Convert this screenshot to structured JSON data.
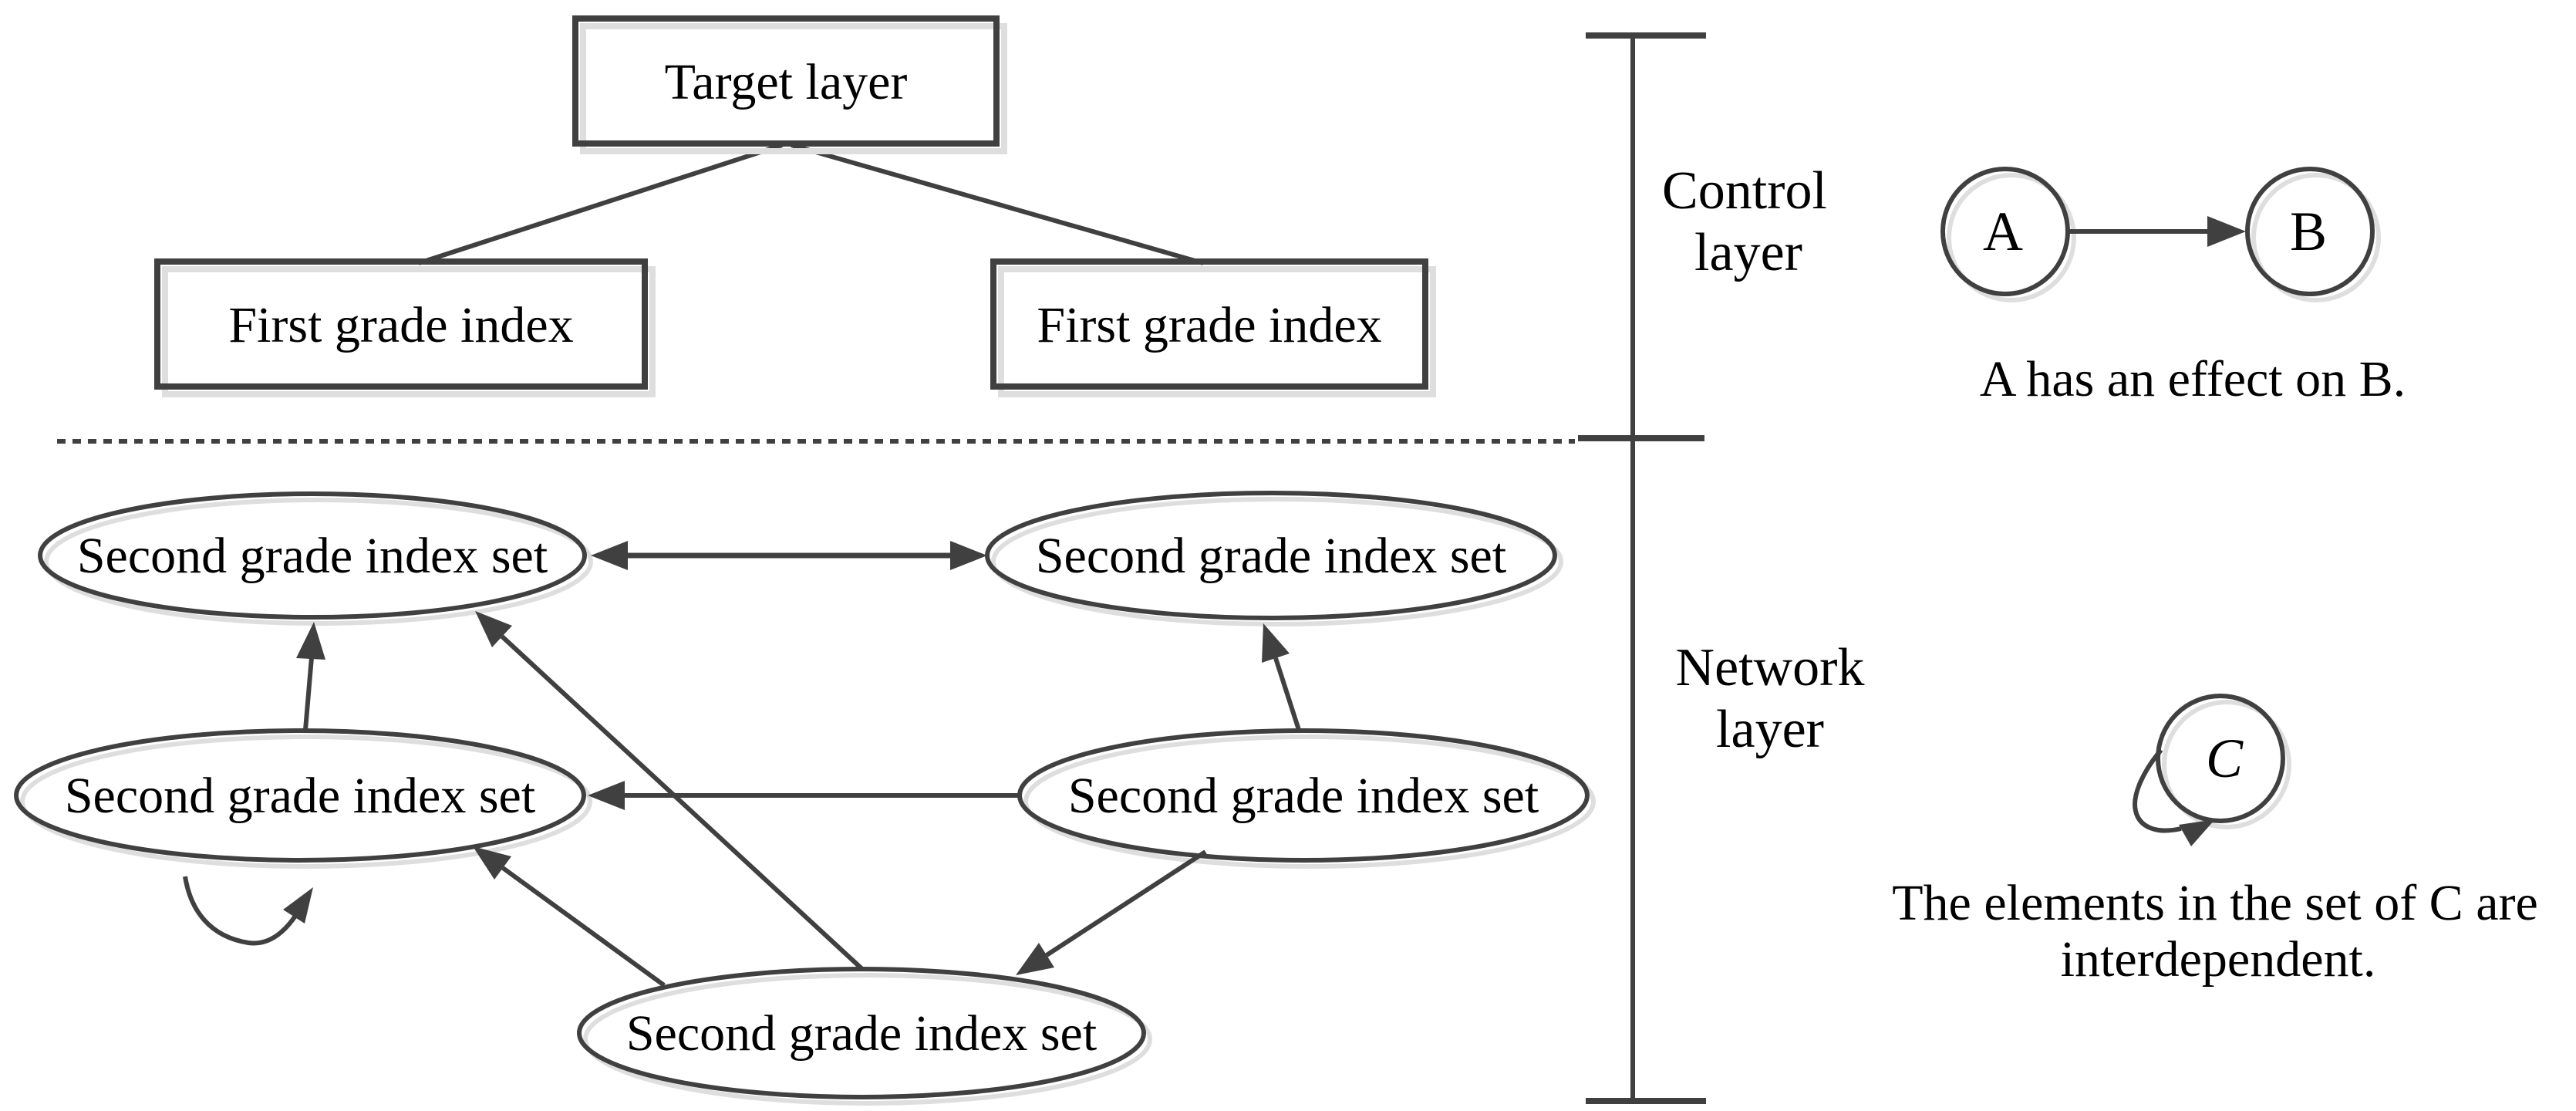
{
  "colors": {
    "stroke": "#404040",
    "shadow": "#dedede",
    "text": "#000000",
    "background": "#ffffff"
  },
  "control_layer": {
    "bracket_label_line1": "Control",
    "bracket_label_line2": "layer",
    "target_box": "Target layer",
    "first_grade_boxes": [
      "First grade index",
      "First grade index"
    ]
  },
  "network_layer": {
    "bracket_label_line1": "Network",
    "bracket_label_line2": "layer",
    "second_grade_nodes": [
      "Second grade index set",
      "Second grade index set",
      "Second grade index set",
      "Second grade index set",
      "Second grade index set"
    ]
  },
  "legend": {
    "effect": {
      "node_a": "A",
      "node_b": "B",
      "caption": "A has an effect on B."
    },
    "interdependency": {
      "node_c": "C",
      "caption_line1": "The elements in the set of C are",
      "caption_line2": "interdependent."
    }
  }
}
